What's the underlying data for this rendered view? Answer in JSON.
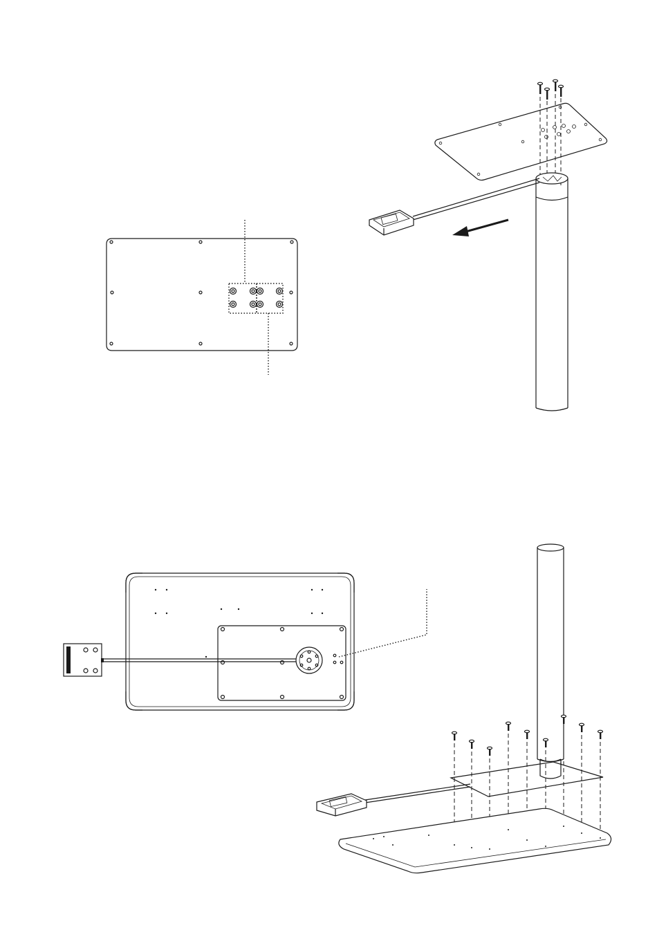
{
  "page": {
    "background": "#ffffff",
    "line_color": "#1a1a1a"
  },
  "steps": [
    {
      "id": "top-left",
      "depicts": "tabletop-underside-plate"
    },
    {
      "id": "top-right",
      "depicts": "column-with-top-plate-and-screws"
    },
    {
      "id": "bottom-left",
      "depicts": "tabletop-underside-with-handset"
    },
    {
      "id": "bottom-right",
      "depicts": "column-with-base-and-screws"
    }
  ]
}
